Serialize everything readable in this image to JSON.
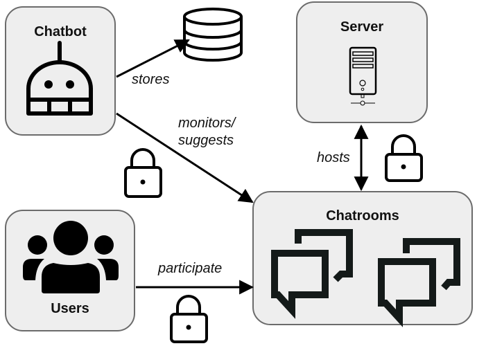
{
  "nodes": {
    "chatbot": {
      "label": "Chatbot",
      "icon": "robot-icon"
    },
    "database": {
      "label": "",
      "icon": "database-icon"
    },
    "server": {
      "label": "Server",
      "icon": "server-tower-icon"
    },
    "users": {
      "label": "Users",
      "icon": "users-group-icon"
    },
    "chatrooms": {
      "label": "Chatrooms",
      "icon": "chat-bubbles-icon"
    }
  },
  "edges": [
    {
      "from": "chatbot",
      "to": "database",
      "label": "stores",
      "secured": false
    },
    {
      "from": "chatbot",
      "to": "chatrooms",
      "label_line1": "monitors/",
      "label_line2": "suggests",
      "secured": true
    },
    {
      "from": "server",
      "to": "chatrooms",
      "label": "hosts",
      "bidirectional": true,
      "secured": true
    },
    {
      "from": "users",
      "to": "chatrooms",
      "label": "participate",
      "secured": true
    }
  ],
  "colors": {
    "node_fill": "#eeeeee",
    "node_border": "#6b6b6b",
    "icon": "#000000",
    "chat_icon": "#141a19"
  }
}
